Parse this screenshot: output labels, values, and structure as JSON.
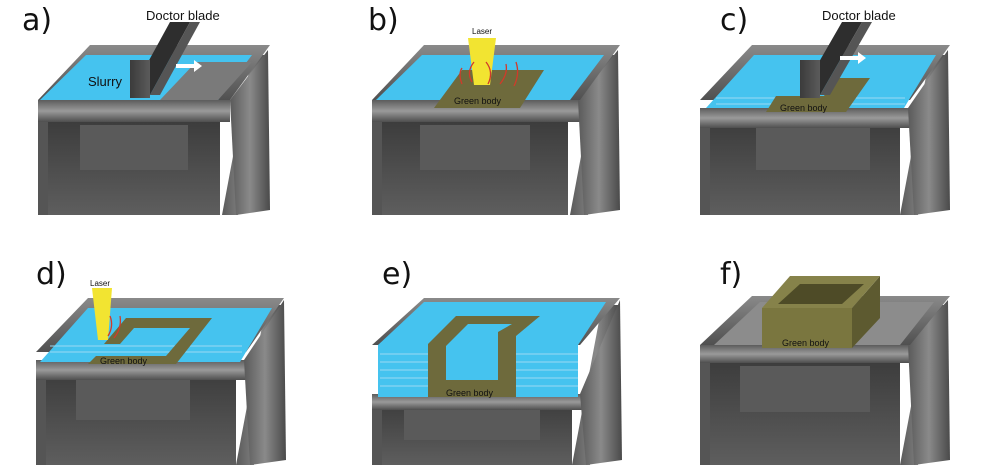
{
  "panels": [
    {
      "letter": "a)",
      "labels": {
        "doctor_blade": "Doctor blade",
        "slurry": "Slurry"
      }
    },
    {
      "letter": "b)",
      "labels": {
        "laser": "Laser",
        "green_body": "Green body"
      }
    },
    {
      "letter": "c)",
      "labels": {
        "doctor_blade": "Doctor blade",
        "green_body": "Green body"
      }
    },
    {
      "letter": "d)",
      "labels": {
        "laser": "Laser",
        "green_body": "Green body"
      }
    },
    {
      "letter": "e)",
      "labels": {
        "green_body": "Green body"
      }
    },
    {
      "letter": "f)",
      "labels": {
        "green_body": "Green body"
      }
    }
  ],
  "colors": {
    "slurry": "#45c3ef",
    "green_body": "#6e6a3c",
    "frame": "#6b6b6b",
    "frame_dark": "#3a3a3a",
    "blade": "#444444",
    "laser": "#f2e431",
    "heat_arrow": "#d23a2a",
    "arrow": "#ffffff"
  }
}
